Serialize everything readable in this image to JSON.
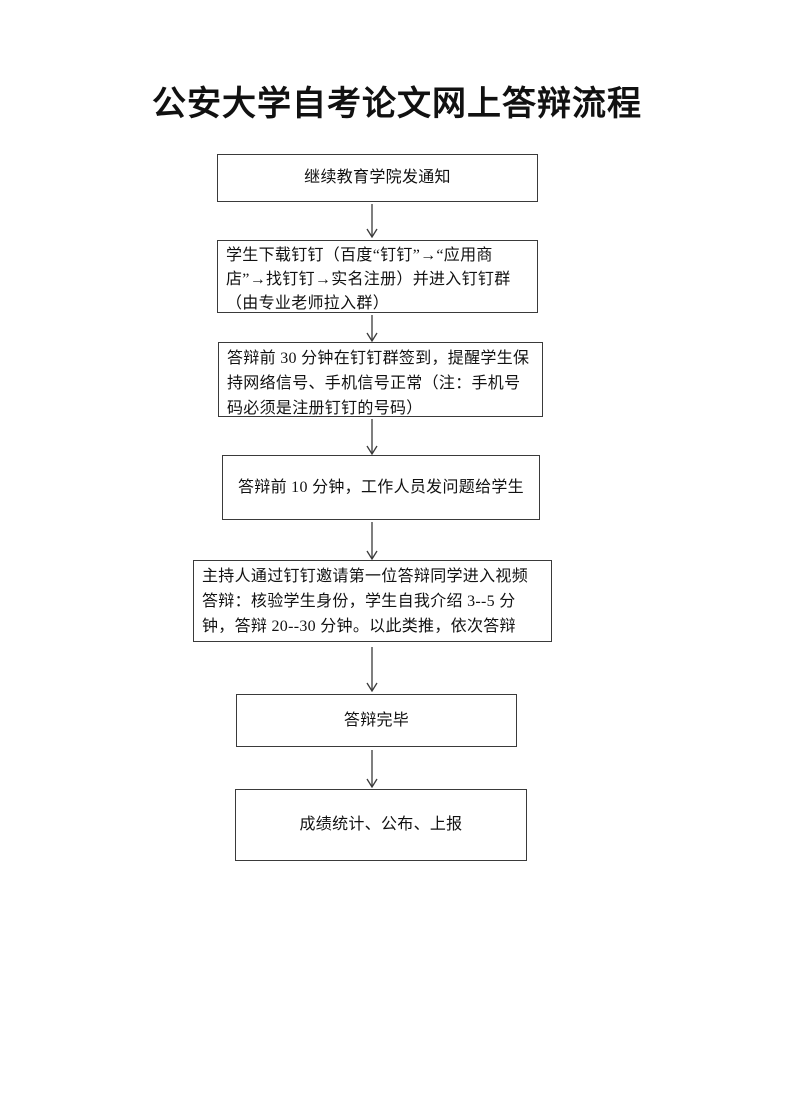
{
  "page": {
    "title": "公安大学自考论文网上答辩流程"
  },
  "flowchart": {
    "direction": "top-down",
    "steps": [
      {
        "order": 1,
        "label": "继续教育学院发通知",
        "align": "center"
      },
      {
        "order": 2,
        "label": "学生下载钉钉（百度“钉钉”→“应用商店”→找钉钉→实名注册）并进入钉钉群（由专业老师拉入群）",
        "align": "left"
      },
      {
        "order": 3,
        "label": "答辩前 30 分钟在钉钉群签到，提醒学生保持网络信号、手机信号正常（注：手机号码必须是注册钉钉的号码）",
        "align": "left"
      },
      {
        "order": 4,
        "label": "答辩前 10 分钟，工作人员发问题给学生",
        "align": "center"
      },
      {
        "order": 5,
        "label": "主持人通过钉钉邀请第一位答辩同学进入视频答辩：核验学生身份，学生自我介绍 3--5 分钟，答辩 20--30 分钟。以此类推，依次答辩",
        "align": "left"
      },
      {
        "order": 6,
        "label": "答辩完毕",
        "align": "center"
      },
      {
        "order": 7,
        "label": "成绩统计、公布、上报",
        "align": "center"
      }
    ],
    "connections": [
      {
        "from": 1,
        "to": 2
      },
      {
        "from": 2,
        "to": 3
      },
      {
        "from": 3,
        "to": 4
      },
      {
        "from": 4,
        "to": 5
      },
      {
        "from": 5,
        "to": 6
      },
      {
        "from": 6,
        "to": 7
      }
    ],
    "colors": {
      "background": "#ffffff",
      "box_border": "#3a3a3a",
      "text": "#111111"
    }
  }
}
